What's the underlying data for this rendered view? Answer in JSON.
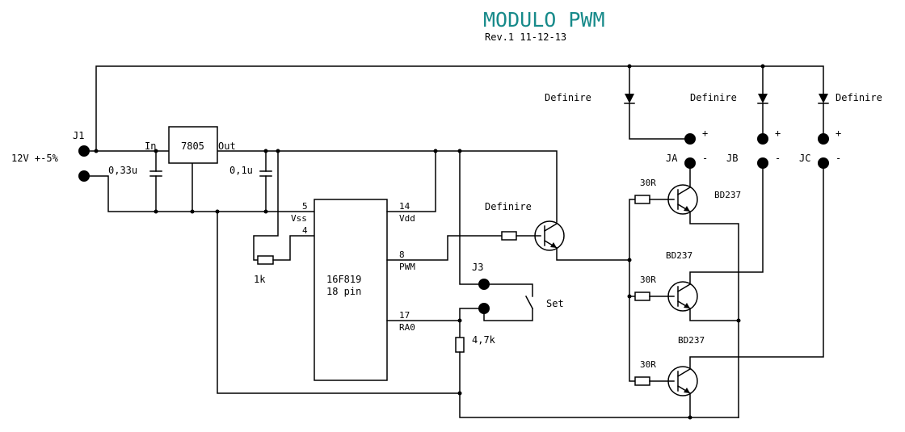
{
  "title": "MODULO PWM",
  "revision": "Rev.1 11-12-13",
  "title_color": "#178a8a",
  "connectors": {
    "j1": {
      "name": "J1",
      "supply": "12V +-5%"
    },
    "j3": {
      "name": "J3",
      "switch_label": "Set"
    },
    "ja": {
      "name": "JA",
      "plus": "+",
      "minus": "-"
    },
    "jb": {
      "name": "JB",
      "plus": "+",
      "minus": "-"
    },
    "jc": {
      "name": "JC",
      "plus": "+",
      "minus": "-"
    }
  },
  "regulator": {
    "name": "7805",
    "in": "In",
    "out": "Out"
  },
  "capacitors": {
    "c_in": "0,33u",
    "c_out": "0,1u"
  },
  "mcu": {
    "name": "16F819",
    "package": "18 pin",
    "pins": {
      "vss_num": "5",
      "vss": "Vss",
      "p4_num": "4",
      "vdd_num": "14",
      "vdd": "Vdd",
      "pwm_num": "8",
      "pwm": "PWM",
      "ra0_num": "17",
      "ra0": "RA0"
    }
  },
  "resistors": {
    "r_1k": "1k",
    "r_pullup": "4,7k",
    "r_base": "30R"
  },
  "transistors": {
    "driver": "Definire",
    "power": "BD237"
  },
  "diodes": {
    "label": "Definire"
  }
}
